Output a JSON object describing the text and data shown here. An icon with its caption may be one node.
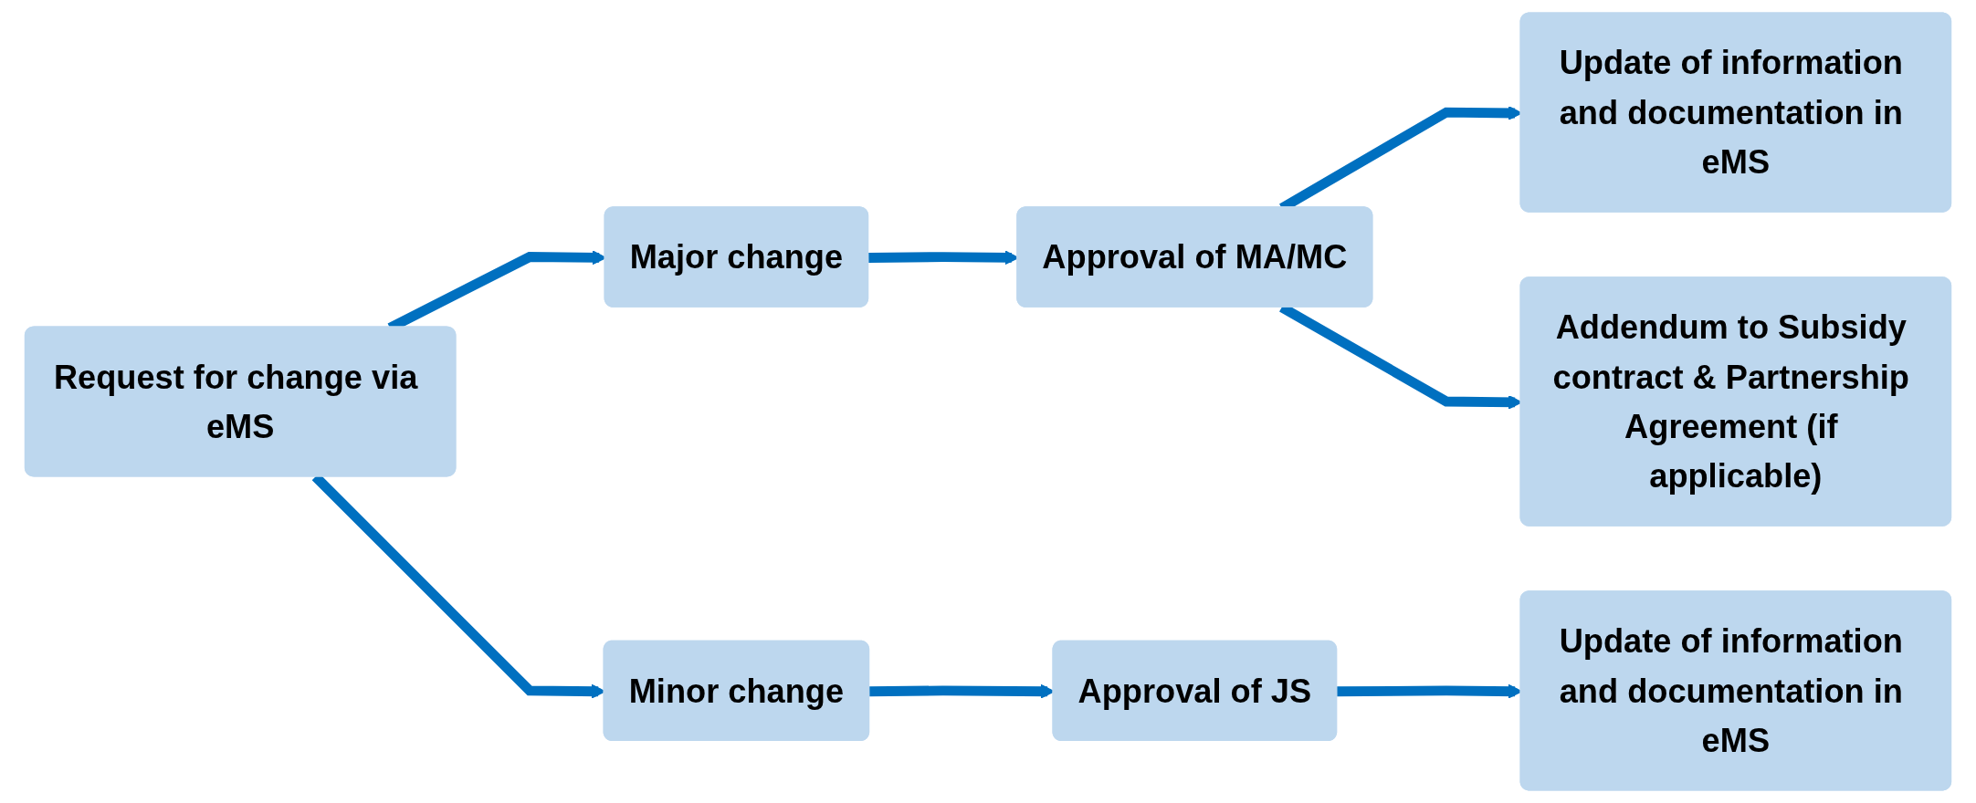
{
  "diagram": {
    "nodes": [
      {
        "text": [
          "Request for change via eMS"
        ]
      },
      {
        "text": [
          "Major change"
        ]
      },
      {
        "text": [
          "Approval of MA/MC"
        ]
      },
      {
        "text": [
          "Update of information and documentation in eMS"
        ]
      },
      {
        "text": [
          "Addendum to Subsidy contract & Partnership Agreement (if applicable)"
        ]
      },
      {
        "text": [
          "Minor change"
        ]
      },
      {
        "text": [
          "Approval of JS"
        ]
      },
      {
        "text": [
          "Update of information and documentation in eMS"
        ]
      }
    ],
    "edges": [
      {
        "from": 0,
        "to": 1,
        "arrow": "to"
      },
      {
        "from": 0,
        "to": 5,
        "arrow": "to"
      },
      {
        "from": 1,
        "to": 2,
        "arrow": "to"
      },
      {
        "from": 2,
        "to": 3,
        "arrow": "to"
      },
      {
        "from": 2,
        "to": 4,
        "arrow": "to"
      },
      {
        "from": 5,
        "to": 6,
        "arrow": "to"
      },
      {
        "from": 6,
        "to": 7,
        "arrow": "to"
      }
    ]
  }
}
